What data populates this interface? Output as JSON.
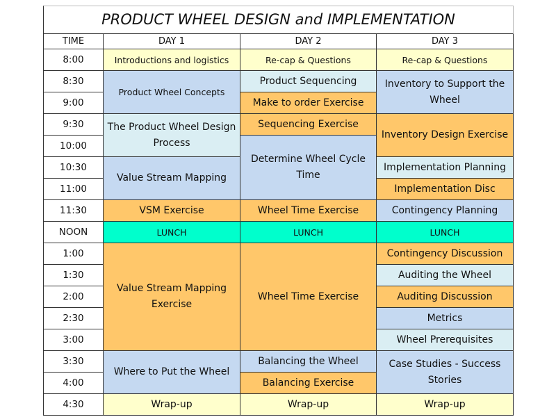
{
  "title": "PRODUCT WHEEL DESIGN and IMPLEMENTATION",
  "headers": [
    "TIME",
    "DAY 1",
    "DAY 2",
    "DAY 3"
  ],
  "colors": {
    "yellow": "#FFFFCC",
    "pale": "#DAEEF3",
    "blue": "#C5D9F1",
    "orange": "#FFC76A",
    "lunch": "#00FFCC"
  },
  "times": [
    "8:00",
    "8:30",
    "9:00",
    "9:30",
    "10:00",
    "10:30",
    "11:00",
    "11:30",
    "NOON",
    "1:00",
    "1:30",
    "2:00",
    "2:30",
    "3:00",
    "3:30",
    "4:00",
    "4:30"
  ],
  "days": [
    [
      {
        "label": "Introductions and logistics",
        "start": 0,
        "span": 1,
        "color": "yellow",
        "small": true
      },
      {
        "label": "Product Wheel Concepts",
        "start": 1,
        "span": 2,
        "color": "blue",
        "small": true
      },
      {
        "label": "The Product Wheel Design Process",
        "start": 3,
        "span": 2,
        "color": "pale"
      },
      {
        "label": "Value Stream Mapping",
        "start": 5,
        "span": 2,
        "color": "blue"
      },
      {
        "label": "VSM Exercise",
        "start": 7,
        "span": 1,
        "color": "orange"
      },
      {
        "label": "LUNCH",
        "start": 8,
        "span": 1,
        "color": "lunch",
        "small": true
      },
      {
        "label": "Value Stream Mapping Exercise",
        "start": 9,
        "span": 5,
        "color": "orange"
      },
      {
        "label": "Where to Put the Wheel",
        "start": 14,
        "span": 2,
        "color": "blue"
      },
      {
        "label": "Wrap-up",
        "start": 16,
        "span": 1,
        "color": "yellow"
      }
    ],
    [
      {
        "label": "Re-cap & Questions",
        "start": 0,
        "span": 1,
        "color": "yellow",
        "small": true
      },
      {
        "label": "Product Sequencing",
        "start": 1,
        "span": 1,
        "color": "pale"
      },
      {
        "label": "Make to order Exercise",
        "start": 2,
        "span": 1,
        "color": "orange"
      },
      {
        "label": "Sequencing Exercise",
        "start": 3,
        "span": 1,
        "color": "orange"
      },
      {
        "label": "Determine Wheel Cycle Time",
        "start": 4,
        "span": 3,
        "color": "blue"
      },
      {
        "label": "Wheel Time Exercise",
        "start": 7,
        "span": 1,
        "color": "orange"
      },
      {
        "label": "LUNCH",
        "start": 8,
        "span": 1,
        "color": "lunch",
        "small": true
      },
      {
        "label": "Wheel Time Exercise",
        "start": 9,
        "span": 5,
        "color": "orange"
      },
      {
        "label": "Balancing the Wheel",
        "start": 14,
        "span": 1,
        "color": "blue"
      },
      {
        "label": "Balancing Exercise",
        "start": 15,
        "span": 1,
        "color": "orange"
      },
      {
        "label": "Wrap-up",
        "start": 16,
        "span": 1,
        "color": "yellow"
      }
    ],
    [
      {
        "label": "Re-cap & Questions",
        "start": 0,
        "span": 1,
        "color": "yellow",
        "small": true
      },
      {
        "label": "Inventory to Support the Wheel",
        "start": 1,
        "span": 2,
        "color": "blue"
      },
      {
        "label": "Inventory Design Exercise",
        "start": 3,
        "span": 2,
        "color": "orange"
      },
      {
        "label": "Implementation Planning",
        "start": 5,
        "span": 1,
        "color": "pale"
      },
      {
        "label": "Implementation Disc",
        "start": 6,
        "span": 1,
        "color": "orange"
      },
      {
        "label": "Contingency Planning",
        "start": 7,
        "span": 1,
        "color": "blue"
      },
      {
        "label": "LUNCH",
        "start": 8,
        "span": 1,
        "color": "lunch",
        "small": true
      },
      {
        "label": "Contingency Discussion",
        "start": 9,
        "span": 1,
        "color": "orange"
      },
      {
        "label": "Auditing the Wheel",
        "start": 10,
        "span": 1,
        "color": "pale"
      },
      {
        "label": "Auditing Discussion",
        "start": 11,
        "span": 1,
        "color": "orange"
      },
      {
        "label": "Metrics",
        "start": 12,
        "span": 1,
        "color": "blue"
      },
      {
        "label": "Wheel Prerequisites",
        "start": 13,
        "span": 1,
        "color": "pale"
      },
      {
        "label": "Case Studies - Success Stories",
        "start": 14,
        "span": 2,
        "color": "blue"
      },
      {
        "label": "Wrap-up",
        "start": 16,
        "span": 1,
        "color": "yellow"
      }
    ]
  ]
}
